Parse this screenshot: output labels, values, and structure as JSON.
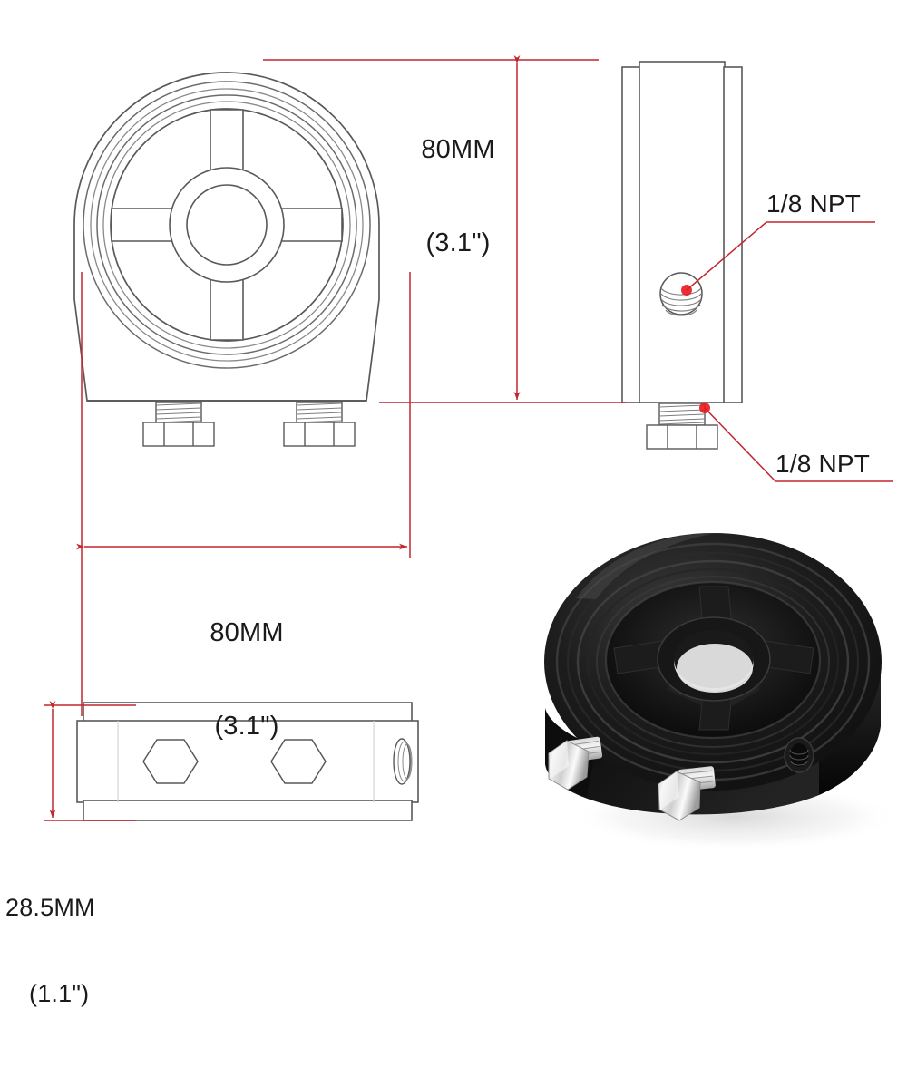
{
  "document": {
    "type": "technical-product-drawing",
    "subject": "Oil filter sandwich adapter plate",
    "background_color": "#ffffff",
    "line_color": "#595959",
    "dimension_color": "#c0272d",
    "text_color": "#1a1a1a"
  },
  "dimensions": {
    "height": {
      "metric": "80MM",
      "imperial": "(3.1\")"
    },
    "width": {
      "metric": "80MM",
      "imperial": "(3.1\")"
    },
    "thickness": {
      "metric": "28.5MM",
      "imperial": "(1.1\")"
    }
  },
  "callouts": {
    "port_side": "1/8 NPT",
    "port_bottom": "1/8 NPT"
  },
  "views": {
    "front": {
      "name": "front-view",
      "description": "Circular sandwich plate face with cross-shaped internal webs, concentric grooves and two threaded hex fittings at the bottom"
    },
    "side": {
      "name": "side-view",
      "description": "Rectangular profile body with 1/8 NPT threaded port on the face and a threaded hex fitting at the bottom"
    },
    "bottom": {
      "name": "bottom-view",
      "description": "Flat bar profile showing two hexagonal fitting heads and a threaded side port"
    },
    "photo": {
      "name": "product-photo",
      "description": "Black anodized aluminium oil filter sandwich adapter with two chrome hex fittings",
      "body_color": "#141414",
      "fitting_color": "#d8d8d8"
    }
  }
}
